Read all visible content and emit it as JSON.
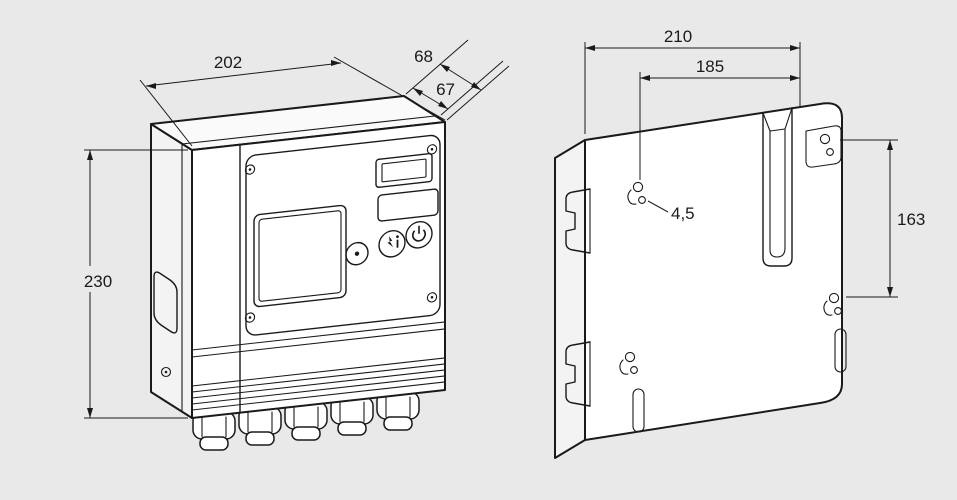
{
  "canvas": {
    "background": "#e9e9e9",
    "ink": "#1a1a1a",
    "face": "#ffffff"
  },
  "views": {
    "front": {
      "dims": {
        "width": "202",
        "depth_total": "68",
        "depth_housing": "67",
        "height": "230"
      }
    },
    "rear": {
      "dims": {
        "width_overall": "210",
        "mounting_width": "185",
        "hole_diameter": "4,5",
        "mounting_height": "163"
      }
    }
  }
}
